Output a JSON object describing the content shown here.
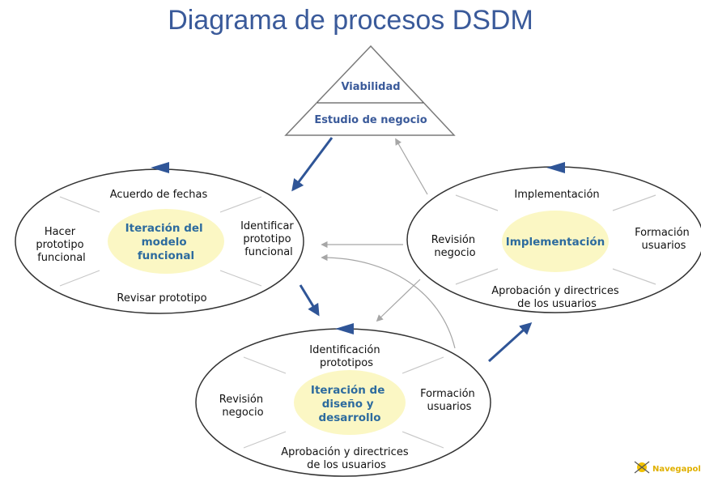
{
  "title": "Diagrama de procesos DSDM",
  "triangle": {
    "top_label": "Viabilidad",
    "bottom_label": "Estudio de negocio"
  },
  "functional_cycle": {
    "core": [
      "Iteración del",
      "modelo",
      "funcional"
    ],
    "top": [
      "Acuerdo de fechas"
    ],
    "right": [
      "Identificar",
      "prototipo",
      "funcional"
    ],
    "bottom": [
      "Revisar prototipo"
    ],
    "left": [
      "Hacer",
      "prototipo",
      "funcional"
    ]
  },
  "design_cycle": {
    "core": [
      "Iteración de",
      "diseño y",
      "desarrollo"
    ],
    "top": [
      "Identificación",
      "prototipos"
    ],
    "right": [
      "Formación",
      "usuarios"
    ],
    "bottom": [
      "Aprobación y directrices",
      "de los usuarios"
    ],
    "left": [
      "Revisión",
      "negocio"
    ]
  },
  "implementation_cycle": {
    "core": [
      "Implementación"
    ],
    "top": [
      "Implementación"
    ],
    "right": [
      "Formación",
      "usuarios"
    ],
    "bottom": [
      "Aprobación y directrices",
      "de los usuarios"
    ],
    "left": [
      "Revisión",
      "negocio"
    ]
  },
  "logo": {
    "text": "Navegapolis"
  },
  "colors": {
    "title": "#3a5a9a",
    "core_text": "#2d6b9e",
    "core_fill": "#fbf7c4",
    "arrow": "#2f5597",
    "feedback_arrow": "#a6a6a6",
    "divider": "#c8c8c8"
  }
}
